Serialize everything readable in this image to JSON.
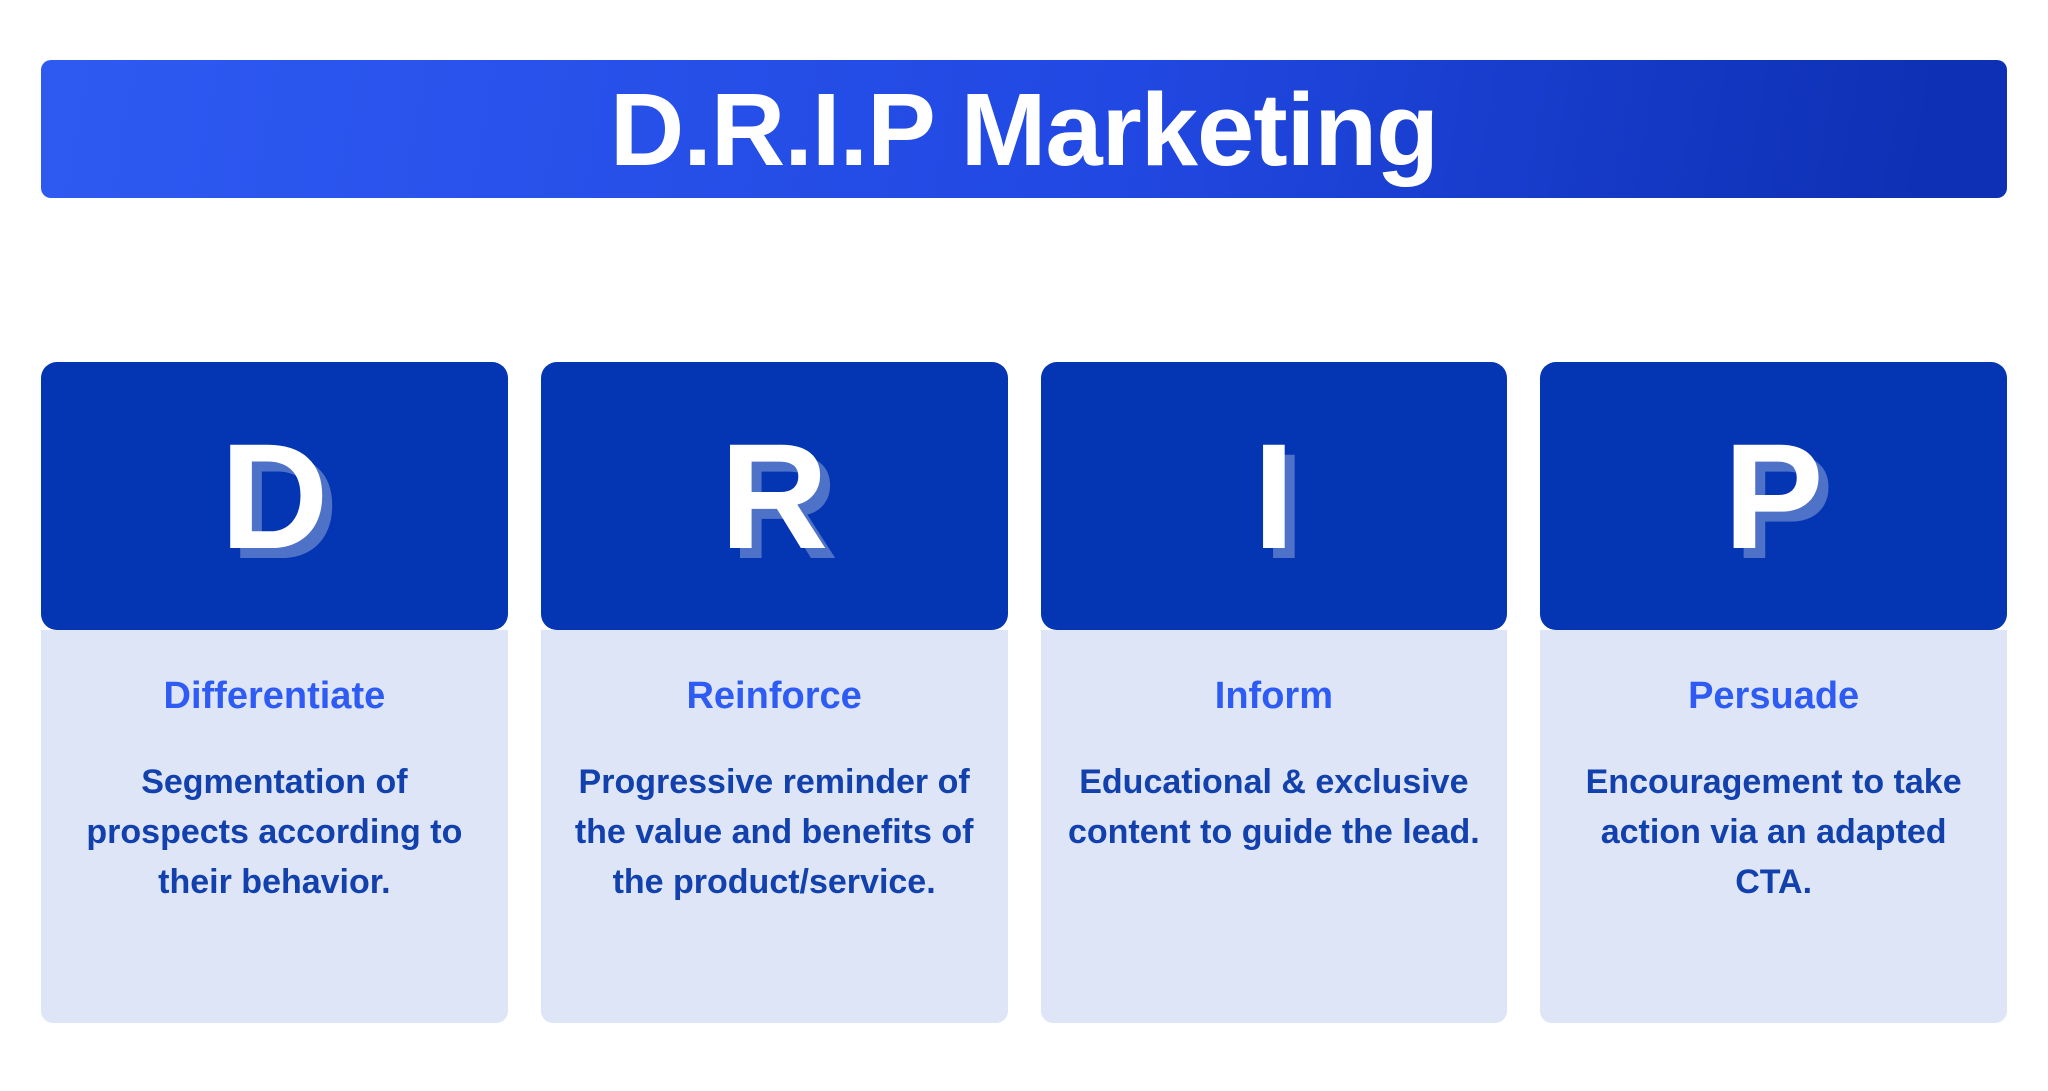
{
  "banner": {
    "title": "D.R.I.P Marketing"
  },
  "cards": [
    {
      "letter": "D",
      "title": "Differentiate",
      "description": "Segmentation of prospects according to their behavior."
    },
    {
      "letter": "R",
      "title": "Reinforce",
      "description": "Progressive reminder of the value and benefits of the product/service."
    },
    {
      "letter": "I",
      "title": "Inform",
      "description": "Educational & exclusive content to guide the lead."
    },
    {
      "letter": "P",
      "title": "Persuade",
      "description": "Encouragement to take action via an adapted CTA."
    }
  ],
  "colors": {
    "banner_gradient_start": "#2E5AF2",
    "banner_gradient_end": "#0E30B4",
    "card_header_bg": "#0435B2",
    "card_body_bg": "#DDE5F6",
    "card_letter": "#FFFFFF",
    "card_title": "#2E5BF4",
    "card_description": "#1241AE",
    "banner_text": "#FFFFFF"
  }
}
